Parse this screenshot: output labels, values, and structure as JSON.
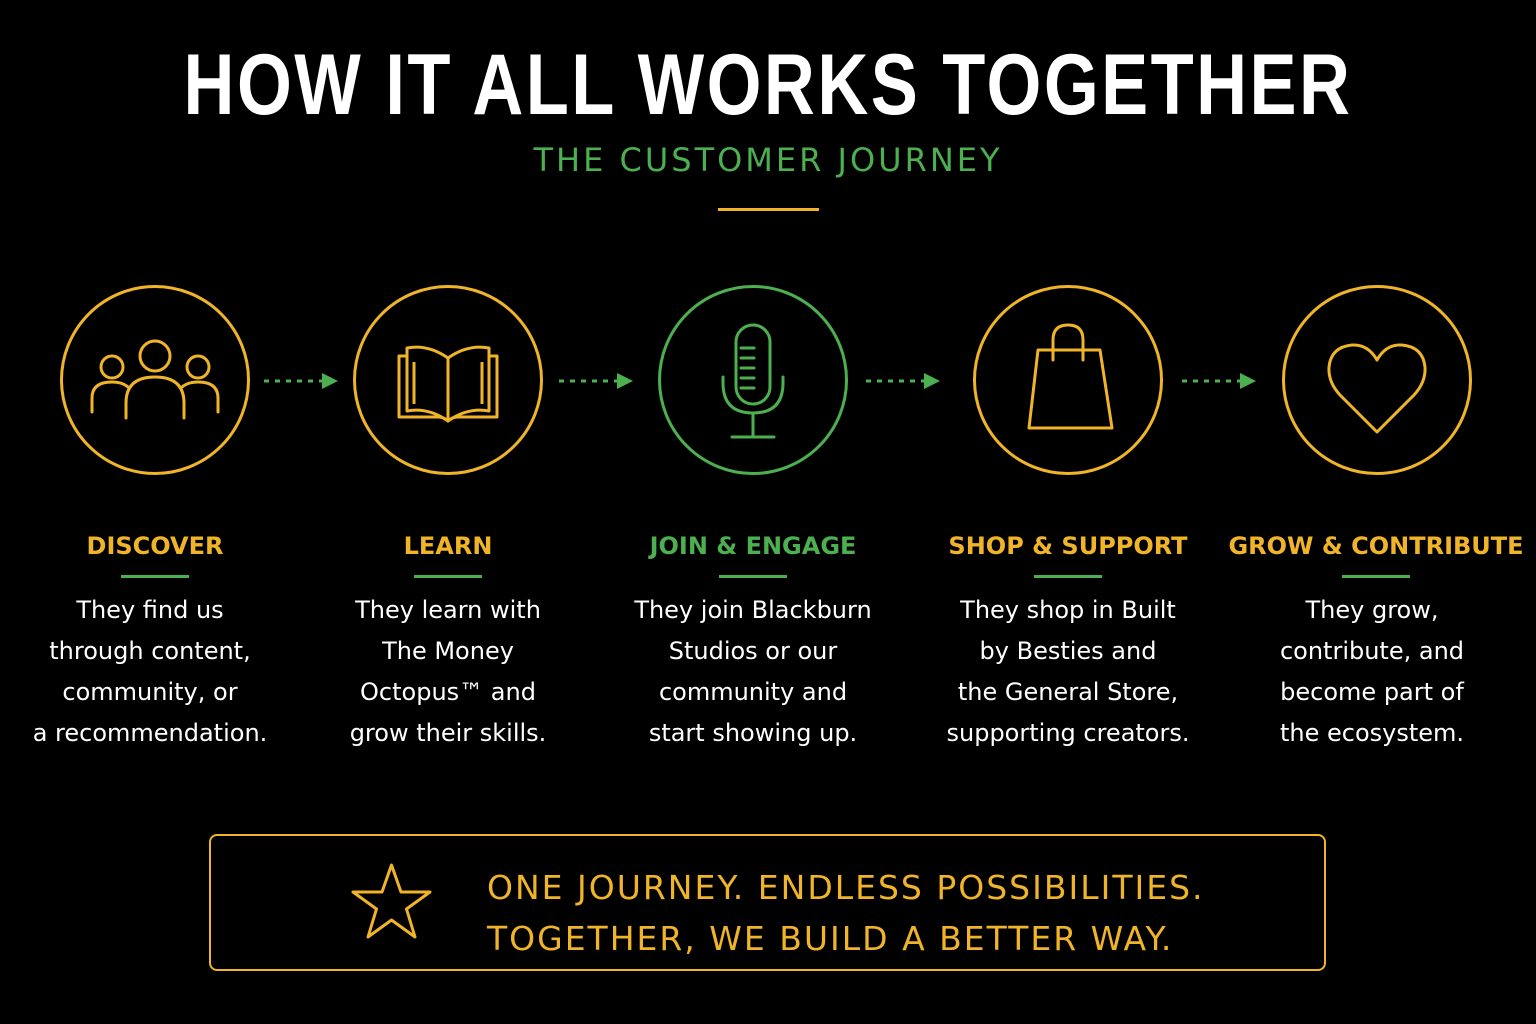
{
  "header": {
    "title": "HOW IT ALL WORKS TOGETHER",
    "subtitle": "THE CUSTOMER JOURNEY"
  },
  "colors": {
    "background": "#000000",
    "accent_gold": "#f0b429",
    "accent_green": "#4caf50",
    "text": "#ffffff"
  },
  "steps": [
    {
      "icon": "people-icon",
      "heading": "DISCOVER",
      "highlight": false,
      "lines": [
        "They find us",
        "through content,",
        "community, or",
        "a recommendation."
      ]
    },
    {
      "icon": "open-book-icon",
      "heading": "LEARN",
      "highlight": false,
      "lines": [
        "They learn with",
        "The Money",
        "Octopus™ and",
        "grow their skills."
      ]
    },
    {
      "icon": "microphone-icon",
      "heading": "JOIN & ENGAGE",
      "highlight": true,
      "lines": [
        "They join Blackburn",
        "Studios or our",
        "community and",
        "start showing up."
      ]
    },
    {
      "icon": "shopping-bag-icon",
      "heading": "SHOP & SUPPORT",
      "highlight": false,
      "lines": [
        "They shop in Built",
        "by Besties and",
        "the General Store,",
        "supporting creators."
      ]
    },
    {
      "icon": "heart-icon",
      "heading": "GROW & CONTRIBUTE",
      "highlight": false,
      "lines": [
        "They grow,",
        "contribute, and",
        "become part of",
        "the ecosystem."
      ]
    }
  ],
  "banner": {
    "icon": "star-icon",
    "line1": "ONE JOURNEY. ENDLESS POSSIBILITIES.",
    "line2": "TOGETHER, WE BUILD A BETTER WAY."
  }
}
